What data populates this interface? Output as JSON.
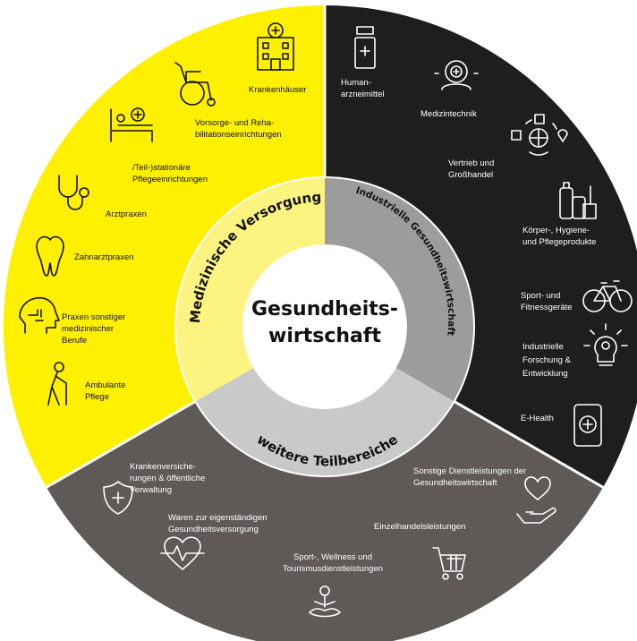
{
  "center": {
    "line1": "Gesundheits-",
    "line2": "wirtschaft"
  },
  "colors": {
    "yellow_outer": "#ffef00",
    "yellow_inner": "#fdf380",
    "dark_outer": "#1e1e1e",
    "dark_inner": "#9c9c9c",
    "gray_outer": "#5f5a57",
    "gray_inner": "#c9c9c9",
    "center": "#ffffff"
  },
  "sectors": {
    "medical": {
      "title": "Medizinische Versorgung",
      "items": [
        {
          "l1": "Krankenhäuser",
          "l2": "",
          "icon": "hospital-icon"
        },
        {
          "l1": "Vorsorge- und Reha-",
          "l2": "bilitationseinrichtungen",
          "icon": "wheelchair-icon"
        },
        {
          "l1": "/Teil-)stationäre",
          "l2": "Pflegeeinrichtungen",
          "icon": "care-bed-icon"
        },
        {
          "l1": "Arztpraxen",
          "l2": "",
          "icon": "stethoscope-icon"
        },
        {
          "l1": "Zahnarztpraxen",
          "l2": "",
          "icon": "tooth-icon"
        },
        {
          "l1": "Praxen sonstiger",
          "l2": "medizinischer",
          "l3": "Berufe",
          "icon": "brain-head-icon"
        },
        {
          "l1": "Ambulante",
          "l2": "Pflege",
          "icon": "elderly-cane-icon"
        }
      ]
    },
    "industry": {
      "title": "Industrielle Gesundheitswirtschaft",
      "items": [
        {
          "l1": "Human-",
          "l2": "arzneimittel",
          "icon": "medicine-bottle-icon"
        },
        {
          "l1": "Medizintechnik",
          "l2": "",
          "icon": "medtech-gear-icon"
        },
        {
          "l1": "Vertrieb und",
          "l2": "Großhandel",
          "icon": "global-distribution-icon"
        },
        {
          "l1": "Körper-, Hygiene-",
          "l2": "und Pflegeprodukte",
          "icon": "hygiene-products-icon"
        },
        {
          "l1": "Sport- und",
          "l2": "Fitnessgeräte",
          "icon": "bicycle-icon"
        },
        {
          "l1": "Industrielle",
          "l2": "Forschung &",
          "l3": "Entwicklung",
          "icon": "research-bulb-icon"
        },
        {
          "l1": "E-Health",
          "l2": "",
          "icon": "tablet-health-icon"
        }
      ]
    },
    "further": {
      "title": "weitere Teilbereiche",
      "items": [
        {
          "l1": "Krankenversiche-",
          "l2": "rungen & öffentliche",
          "l3": "Verwaltung",
          "icon": "shield-cross-icon"
        },
        {
          "l1": "Waren zur eigenständigen",
          "l2": "Gesundheitsversorgung",
          "icon": "heartbeat-icon"
        },
        {
          "l1": "Sport-, Wellness und",
          "l2": "Tourismusdienstleistungen",
          "icon": "meditation-icon"
        },
        {
          "l1": "Einzelhandelsleistungen",
          "l2": "",
          "icon": "shopping-cart-icon"
        },
        {
          "l1": "Sonstige Dienstleistungen der",
          "l2": "Gesundheitswirtschaft",
          "icon": "hand-heart-icon"
        }
      ]
    }
  }
}
